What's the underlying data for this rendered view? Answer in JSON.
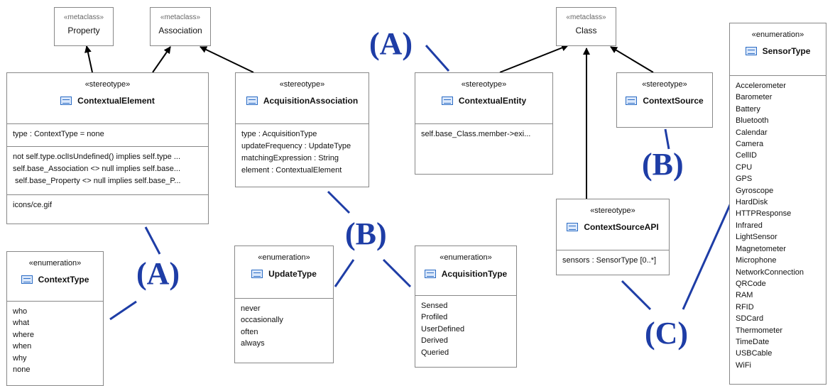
{
  "labels": {
    "a": "(A)",
    "b": "(B)",
    "c": "(C)"
  },
  "metaclasses": {
    "stereotype_label": "«metaclass»",
    "property": "Property",
    "association": "Association",
    "class": "Class"
  },
  "stereotype_label": "«stereotype»",
  "enumeration_label": "«enumeration»",
  "contextual_element": {
    "name": "ContextualElement",
    "attributes": [
      "type : ContextType = none"
    ],
    "constraints": [
      "not self.type.oclIsUndefined() implies self.type ...",
      "self.base_Association <> null implies self.base...",
      " self.base_Property <> null implies self.base_P..."
    ],
    "icon": "icons/ce.gif"
  },
  "acquisition_association": {
    "name": "AcquisitionAssociation",
    "attributes": [
      "type : AcquisitionType",
      "updateFrequency : UpdateType",
      "matchingExpression : String",
      "element : ContextualElement"
    ]
  },
  "contextual_entity": {
    "name": "ContextualEntity",
    "constraints": [
      "self.base_Class.member->exi..."
    ]
  },
  "context_source": {
    "name": "ContextSource"
  },
  "context_source_api": {
    "name": "ContextSourceAPI",
    "attributes": [
      "sensors : SensorType [0..*]"
    ]
  },
  "context_type": {
    "name": "ContextType",
    "literals": [
      "who",
      "what",
      "where",
      "when",
      "why",
      "none"
    ]
  },
  "update_type": {
    "name": "UpdateType",
    "literals": [
      "never",
      "occasionally",
      "often",
      "always"
    ]
  },
  "acquisition_type": {
    "name": "AcquisitionType",
    "literals": [
      "Sensed",
      "Profiled",
      "UserDefined",
      "Derived",
      "Queried"
    ]
  },
  "sensor_type": {
    "name": "SensorType",
    "literals": [
      "Accelerometer",
      "Barometer",
      "Battery",
      "Bluetooth",
      "Calendar",
      "Camera",
      "CellID",
      "CPU",
      "GPS",
      "Gyroscope",
      "HardDisk",
      "HTTPResponse",
      "Infrared",
      "LightSensor",
      "Magnetometer",
      "Microphone",
      "NetworkConnection",
      "QRCode",
      "RAM",
      "RFID",
      "SDCard",
      "Thermometer",
      "TimeDate",
      "USBCable",
      "WiFi"
    ]
  },
  "colors": {
    "annotation": "#1e3da6",
    "border": "#888888",
    "arrow": "#000000"
  }
}
